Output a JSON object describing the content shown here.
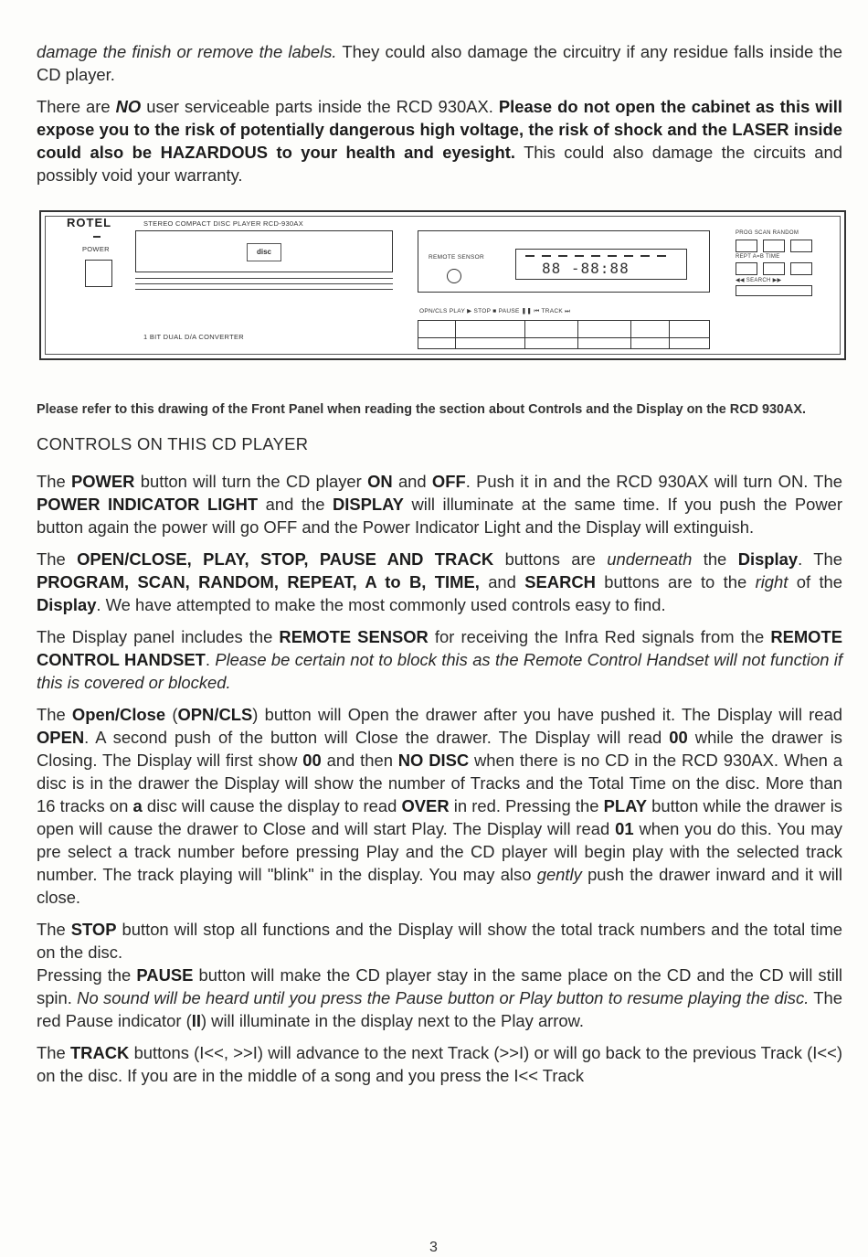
{
  "intro": {
    "p1_em": "damage the finish or remove the labels.",
    "p1_rest": " They could also damage the circuitry if any residue falls inside the CD player.",
    "p2_a": "There are ",
    "p2_no": "NO",
    "p2_b": " user serviceable parts inside the RCD 930AX. ",
    "p2_bold": "Please do not open the cabinet as this will expose you to the risk of potentially dangerous high voltage, the risk of shock and the LASER inside could also be HAZARDOUS to your health and eyesight.",
    "p2_c": " This could also damage the circuits and possibly void your warranty."
  },
  "panel": {
    "brand": "ROTEL",
    "model_line": "STEREO COMPACT DISC PLAYER   RCD-930AX",
    "power_label": "POWER",
    "disc_logo": "disc",
    "converter": "1 BIT DUAL D/A CONVERTER",
    "remote_sensor": "REMOTE SENSOR",
    "lcd_digits": "88 -88:88",
    "btn_labels": "OPN/CLS    PLAY ▶     STOP ■     PAUSE ❚❚     ⏮ TRACK ⏭",
    "right_top": "PROG   SCAN   RANDOM",
    "right_mid": "REPT   A=B   TIME",
    "right_bot": "◀◀     SEARCH     ▶▶"
  },
  "caption": "Please refer to this drawing of the Front Panel when reading the section about Controls and the Display on the RCD 930AX.",
  "heading": "CONTROLS ON THIS CD PLAYER",
  "power_para": {
    "a": "The ",
    "power": "POWER",
    "b": " button will turn the CD player ",
    "on": "ON",
    "c": " and ",
    "off": "OFF",
    "d": ". Push it in and the RCD 930AX will turn ON. The ",
    "pil": "POWER INDICATOR LIGHT",
    "e": " and the ",
    "display": "DISPLAY",
    "f": " will illuminate at the same time. If you push the Power button again the power will go OFF and the Power Indicator Light and  the Display will extinguish."
  },
  "buttons_para": {
    "a": "The ",
    "b1": "OPEN/CLOSE, PLAY, STOP, PAUSE AND TRACK",
    "b": " buttons are ",
    "under": "underneath",
    "c": " the ",
    "disp1": "Display",
    "d": ". The ",
    "b2": "PROGRAM, SCAN, RANDOM, REPEAT, A to B, TIME,",
    "e": " and ",
    "search": "SEARCH",
    "f": " buttons are to the ",
    "right": "right",
    "g": " of the ",
    "disp2": "Display",
    "h": ". We have attempted to make the most commonly used controls easy to find."
  },
  "remote_para": {
    "a": "The Display panel includes the ",
    "rs": "REMOTE SENSOR",
    "b": " for receiving the Infra Red signals from the ",
    "rch": "REMOTE CONTROL HANDSET",
    "c": ". ",
    "em": "Please be certain not to block this as the Remote Control Handset will not function if this is covered or blocked."
  },
  "open_para": {
    "a": "The ",
    "oc": "Open/Close",
    "b": " (",
    "ocs": "OPN/CLS",
    "c": ") button will Open the drawer after you have pushed it. The Display will read ",
    "open": "OPEN",
    "d": ". A second push of the button will Close the drawer. The Display will read ",
    "z1": "00",
    "e": " while the drawer is Closing. The Display will first show ",
    "z2": "00",
    "f": " and then ",
    "nodisc": "NO DISC",
    "g": " when there is no CD in the RCD 930AX. When a disc is in the drawer the Display will show the number of Tracks and the Total Time on the disc. More than 16 tracks on ",
    "a2": "a",
    "h": " disc will cause the display to read ",
    "over": "OVER",
    "i": " in red. Pressing the ",
    "play": "PLAY",
    "j": " button while the drawer is open will cause the drawer to Close and will start Play. The Display will read ",
    "o1": "01",
    "k": " when you do this. You may pre select a track number before pressing Play and the CD player will begin play with the selected track number. The track playing will \"blink\" in the display. You may also ",
    "gently": "gently",
    "l": " push the drawer inward and it will close."
  },
  "stop_para": {
    "a": "The ",
    "stop": "STOP",
    "b": " button will stop all functions and the Display will show the total track numbers and the total time on the disc.",
    "c": "Pressing the ",
    "pause": "PAUSE",
    "d": " button will make the CD player stay in the same place on the CD and the CD will still spin. ",
    "em": "No sound will be heard until you press the Pause button or Play button to resume playing the disc.",
    "e": " The red Pause indicator (",
    "sym": "II",
    "f": ") will illuminate in the display next to the Play arrow."
  },
  "track_para": {
    "a": "The ",
    "track": "TRACK",
    "b": " buttons (I<<, >>I) will advance to the next Track (>>I) or will go back to the previous Track (I<<) on the disc. If you are in the middle of a song and you press the I<< Track"
  },
  "page_number": "3"
}
